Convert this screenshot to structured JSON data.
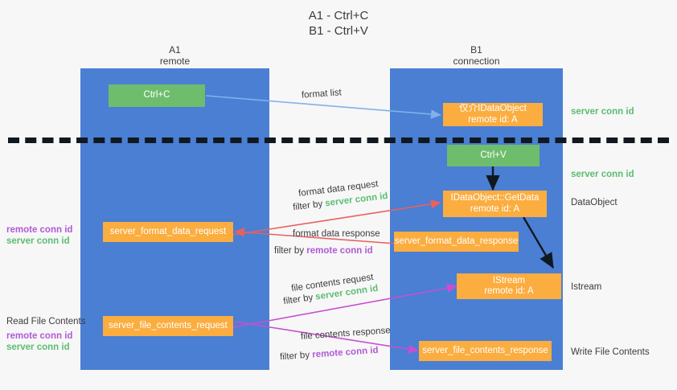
{
  "title": "A1 - Ctrl+C\nB1 - Ctrl+V",
  "lanes": {
    "a": {
      "header": "A1\nremote"
    },
    "b": {
      "header": "B1\nconnection"
    }
  },
  "boxes": {
    "ctrl_c": "Ctrl+C",
    "ctrl_v": "Ctrl+V",
    "idataobject_top": "仅介IDataObject\nremote id: A",
    "idataobject_getdata": "IDataObject::GetData\nremote id: A",
    "istream": "IStream\nremote id: A",
    "server_format_data_request": "server_format_data_request",
    "server_format_data_response": "server_format_data_response",
    "server_file_contents_request": "server_file_contents_request",
    "server_file_contents_response": "server_file_contents_response"
  },
  "arrows": {
    "format_list": "format list",
    "format_data_request": "format data request",
    "format_data_request_filter_prefix": "filter by ",
    "format_data_request_filter_value": "server conn id",
    "format_data_response": "format data response",
    "format_data_response_filter_prefix": "filter by ",
    "format_data_response_filter_value": "remote conn id",
    "file_contents_request": "file contents request",
    "file_contents_request_filter_prefix": "filter by ",
    "file_contents_request_filter_value": "server conn id",
    "file_contents_response": "file contents response",
    "file_contents_response_filter_prefix": "filter by ",
    "file_contents_response_filter_value": "remote conn id"
  },
  "side_labels": {
    "right_server_conn_top": "server conn id",
    "right_server_conn_mid": "server conn id",
    "right_dataobject": "DataObject",
    "right_istream": "Istream",
    "right_write_file_contents": "Write File Contents",
    "left_remote_conn_1": "remote conn id",
    "left_server_conn_1": "server conn id",
    "left_read_file_contents": "Read File Contents",
    "left_remote_conn_2": "remote conn id",
    "left_server_conn_2": "server conn id"
  },
  "colors": {
    "lane": "#4a7fd4",
    "green_box": "#6dbd6d",
    "orange_box": "#fbad40",
    "server_conn": "#5bbd72",
    "remote_conn": "#b05ad6",
    "arrow_blue": "#7fb3e8",
    "arrow_red": "#e8615f",
    "arrow_magenta": "#c84fd1",
    "arrow_black": "#111820",
    "background": "#f7f7f7"
  }
}
